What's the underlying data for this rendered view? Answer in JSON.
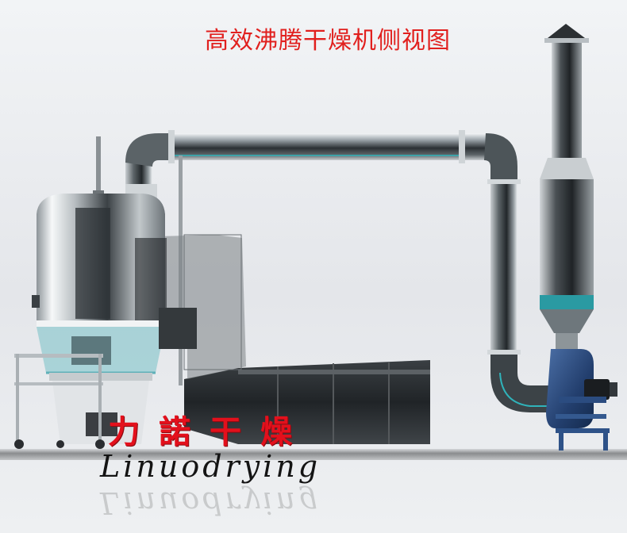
{
  "diagram": {
    "title": "高效沸腾干燥机侧视图",
    "brand_cn": "力諾干燥",
    "brand_en": "Linuodrying"
  },
  "colors": {
    "background": "#e9ebee",
    "title": "#e1201e",
    "brand_cn": "#e3101c",
    "brand_en": "#141414",
    "steel_dark": "#2b2f33",
    "glass": "#8fc9cf",
    "fan_blue": "#2d4f86"
  }
}
